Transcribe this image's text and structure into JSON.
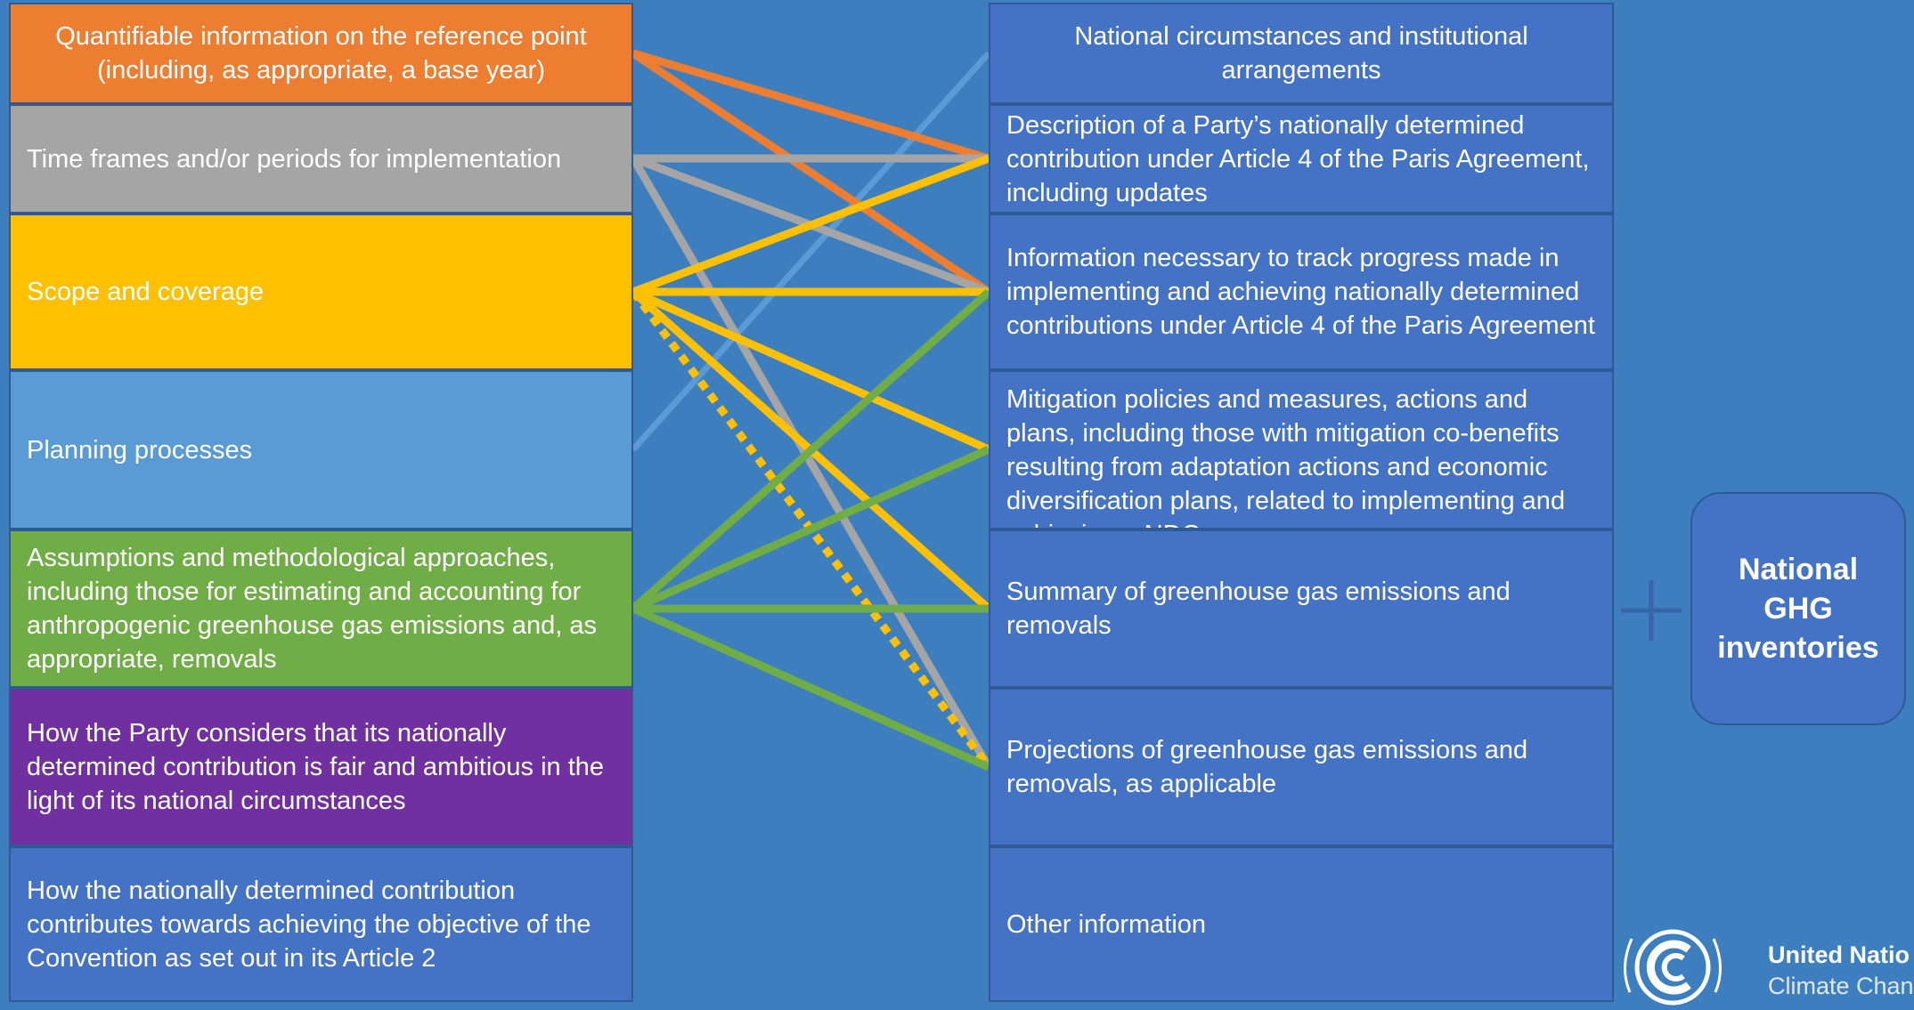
{
  "left_items": [
    {
      "text": "Quantifiable information on the reference point (including, as appropriate, a base year)",
      "color": "#ed7d31"
    },
    {
      "text": "Time frames and/or periods for implementation",
      "color": "#a5a5a5"
    },
    {
      "text": "Scope and coverage",
      "color": "#ffc000"
    },
    {
      "text": "Planning processes",
      "color": "#5b9bd5"
    },
    {
      "text": "Assumptions and methodological approaches, including those for estimating and accounting for anthropogenic greenhouse gas emissions and, as appropriate, removals",
      "color": "#70ad47"
    },
    {
      "text": "How the Party considers that its nationally determined contribution is fair and ambitious in the light of its national circumstances",
      "color": "#7030a0"
    },
    {
      "text": "How the nationally determined contribution contributes towards achieving the objective of the Convention as set out in its Article 2",
      "color": "#4472c4"
    }
  ],
  "right_items": [
    {
      "text": "National circumstances and institutional arrangements"
    },
    {
      "text": "Description of a Party’s nationally determined contribution under Article 4 of the Paris Agreement, including updates"
    },
    {
      "text": "Information necessary to track progress made in implementing and achieving nationally determined contributions under Article 4 of the Paris Agreement"
    },
    {
      "text": "Mitigation policies and measures, actions and plans, including those with mitigation co-benefits resulting from adaptation actions and economic diversification plans, related to implementing and achieving a NDC"
    },
    {
      "text": "Summary of greenhouse gas emissions and removals"
    },
    {
      "text": "Projections of greenhouse gas emissions and removals, as applicable"
    },
    {
      "text": "Other information"
    }
  ],
  "links": [
    {
      "from": 3,
      "to": 0,
      "color": "#5b9bd5",
      "dashed": false
    },
    {
      "from": 0,
      "to": 1,
      "color": "#ed7d31",
      "dashed": false
    },
    {
      "from": 0,
      "to": 2,
      "color": "#ed7d31",
      "dashed": false
    },
    {
      "from": 1,
      "to": 1,
      "color": "#a5a5a5",
      "dashed": false
    },
    {
      "from": 1,
      "to": 2,
      "color": "#a5a5a5",
      "dashed": false
    },
    {
      "from": 1,
      "to": 5,
      "color": "#a5a5a5",
      "dashed": false
    },
    {
      "from": 2,
      "to": 1,
      "color": "#ffc000",
      "dashed": false
    },
    {
      "from": 2,
      "to": 2,
      "color": "#ffc000",
      "dashed": false
    },
    {
      "from": 2,
      "to": 3,
      "color": "#ffc000",
      "dashed": false
    },
    {
      "from": 2,
      "to": 4,
      "color": "#ffc000",
      "dashed": false
    },
    {
      "from": 2,
      "to": 5,
      "color": "#ffc000",
      "dashed": true
    },
    {
      "from": 4,
      "to": 2,
      "color": "#70ad47",
      "dashed": false
    },
    {
      "from": 4,
      "to": 3,
      "color": "#70ad47",
      "dashed": false
    },
    {
      "from": 4,
      "to": 4,
      "color": "#70ad47",
      "dashed": false
    },
    {
      "from": 4,
      "to": 5,
      "color": "#70ad47",
      "dashed": false
    }
  ],
  "ghg_box": {
    "text": "National GHG inventories",
    "plus_icon": "plus-icon"
  },
  "footer": {
    "org_name": "United Natio",
    "org_sub": "Climate Chang",
    "logo_icon": "unfccc-logo-icon"
  }
}
